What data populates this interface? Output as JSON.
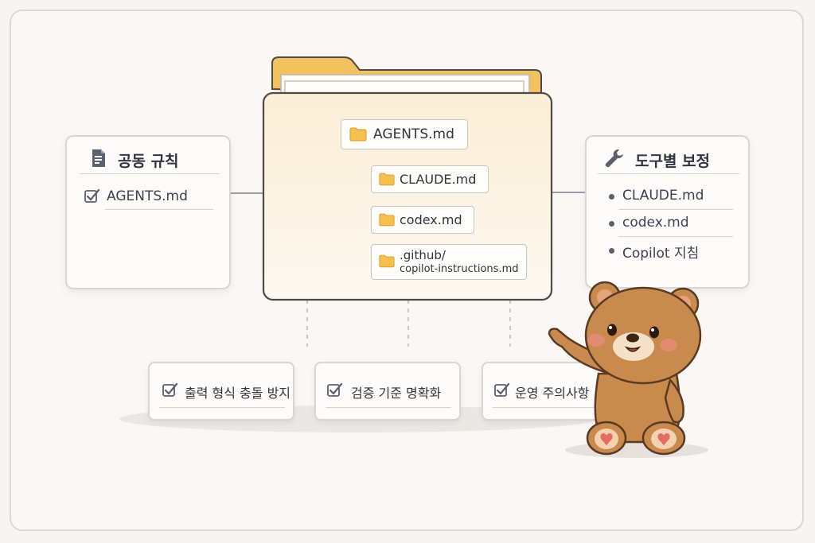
{
  "left_card": {
    "title": "공동 규칙",
    "item": "AGENTS.md"
  },
  "right_card": {
    "title": "도구별 보정",
    "items": [
      "CLAUDE.md",
      "codex.md",
      "Copilot 지침"
    ]
  },
  "folder": {
    "root": "AGENTS.md",
    "children": [
      "CLAUDE.md",
      "codex.md"
    ],
    "github_line1": ".github/",
    "github_line2": "copilot-instructions.md"
  },
  "bottom": [
    "출력 형식 충돌 방지",
    "검증 기준 명확화",
    "운영 주의사항"
  ],
  "colors": {
    "folder_tab": "#f2c261",
    "folder_body": "#fbefd8",
    "file_icon": "#f6c04c",
    "bear": "#c98a4e",
    "bear_cheek": "#e8897a",
    "heart": "#e46a63"
  },
  "icons": [
    "document-icon",
    "wrench-icon",
    "check-icon",
    "folder-icon",
    "bullet-icon",
    "bear-mascot"
  ]
}
